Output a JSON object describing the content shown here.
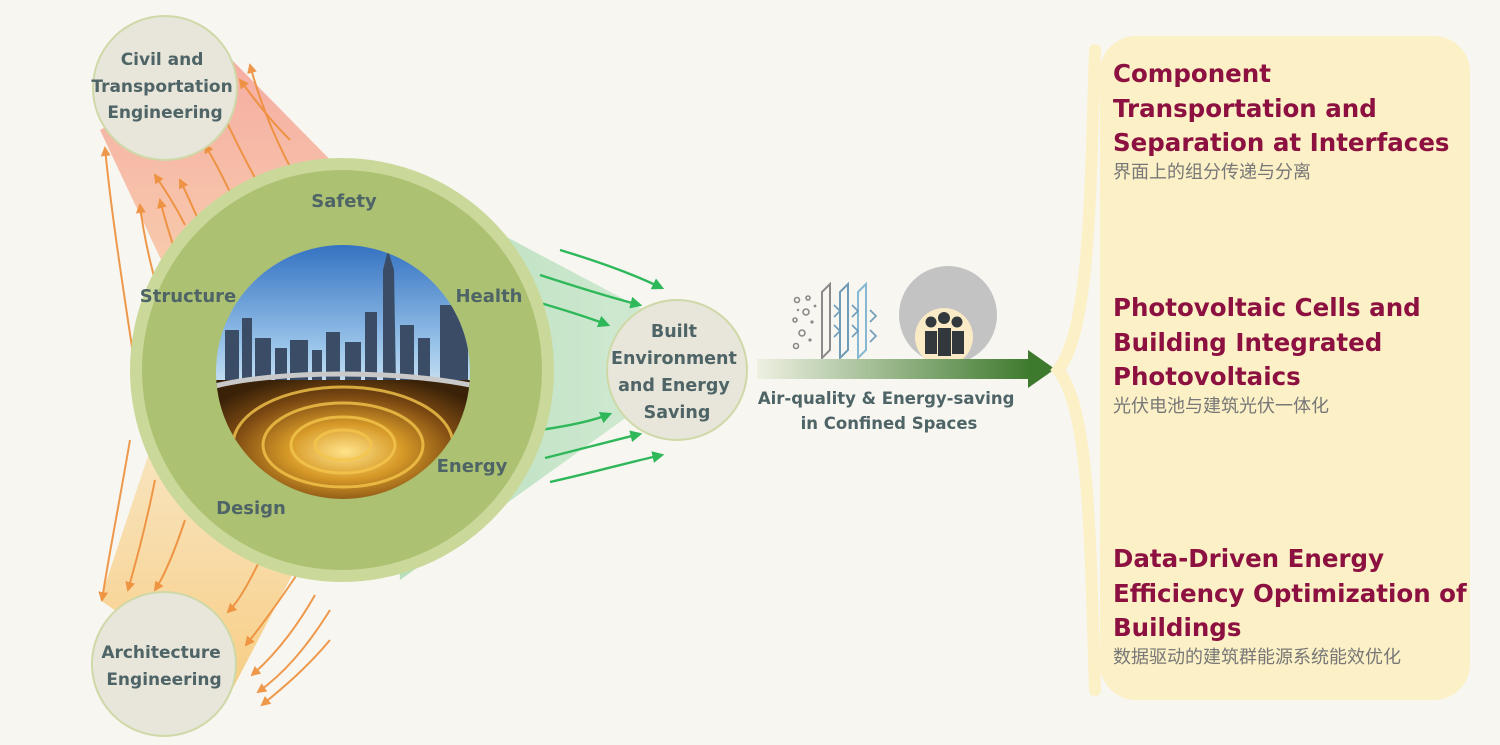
{
  "domains": {
    "civil": [
      "Civil and",
      "Transportation",
      "Engineering"
    ],
    "architecture": [
      "Architecture",
      "Engineering"
    ],
    "built": [
      "Built",
      "Environment",
      "and Energy",
      "Saving"
    ]
  },
  "ring_labels": {
    "safety": "Safety",
    "health": "Health",
    "structure": "Structure",
    "energy": "Energy",
    "design": "Design"
  },
  "caption": [
    "Air-quality & Energy-saving",
    "in Confined Spaces"
  ],
  "icons": [
    "particle-filter-icon",
    "people-group-icon"
  ],
  "colors": {
    "background": "#f7f6f1",
    "panel": "#fcf0c6",
    "topic_title": "#8c1040",
    "topic_subtitle": "#777777",
    "ring_outer": "#cad99a",
    "ring_inner": "#adc173",
    "label_text": "#4e6466",
    "arrow_green": "#3e7a2e",
    "arrow_orange": "#ee8e3a"
  },
  "topics": [
    {
      "title": [
        "Component",
        "Transportation and",
        "Separation at Interfaces"
      ],
      "subtitle": "界面上的组分传递与分离"
    },
    {
      "title": [
        "Photovoltaic Cells and",
        "Building Integrated",
        "Photovoltaics"
      ],
      "subtitle": "光伏电池与建筑光伏一体化"
    },
    {
      "title": [
        "Data-Driven Energy",
        "Efficiency Optimization of",
        "Buildings"
      ],
      "subtitle": "数据驱动的建筑群能源系统能效优化"
    }
  ]
}
